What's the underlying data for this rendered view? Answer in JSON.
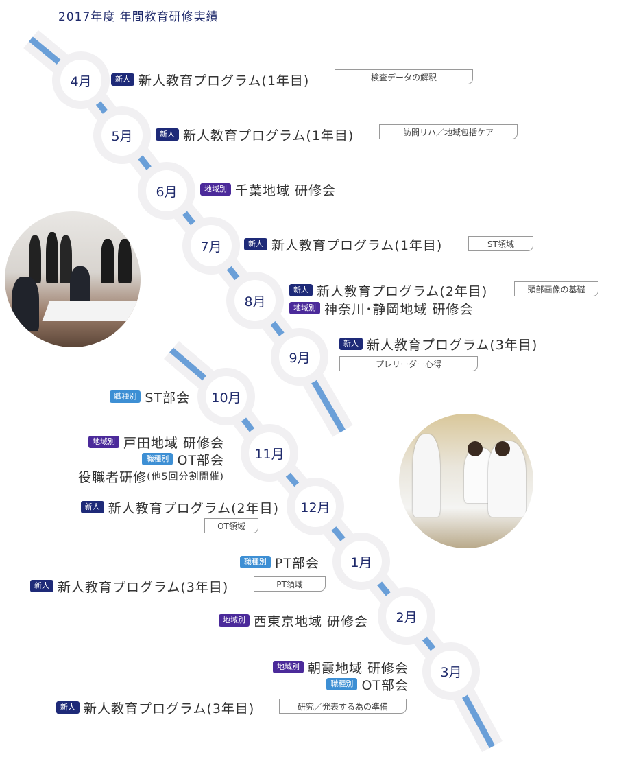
{
  "title": "2017年度 年間教育研修実績",
  "tags": {
    "new": "新人",
    "area": "地域別",
    "job": "職種別"
  },
  "colors": {
    "new": "#1e2a78",
    "area": "#4b2a9a",
    "job": "#3d8fd4",
    "track": "#6a9fd8",
    "month_text": "#1f2a6b"
  },
  "months": {
    "apr": {
      "label": "4月",
      "text": "新人教育プログラム(1年目)",
      "box": "検査データの解釈"
    },
    "may": {
      "label": "5月",
      "text": "新人教育プログラム(1年目)",
      "box": "訪問リハ／地域包括ケア"
    },
    "jun": {
      "label": "6月",
      "text": "千葉地域 研修会"
    },
    "jul": {
      "label": "7月",
      "text": "新人教育プログラム(1年目)",
      "box": "ST領域"
    },
    "aug": {
      "label": "8月",
      "text1": "新人教育プログラム(2年目)",
      "box": "頭部画像の基礎",
      "text2": "神奈川･静岡地域 研修会"
    },
    "sep": {
      "label": "9月",
      "text": "新人教育プログラム(3年目)",
      "box": "プレリーダー心得"
    },
    "oct": {
      "label": "10月",
      "text": "ST部会"
    },
    "nov": {
      "label": "11月",
      "text1": "戸田地域 研修会",
      "text2": "OT部会",
      "text3": "役職者研修",
      "text3_note": "(他5回分割開催)"
    },
    "dec": {
      "label": "12月",
      "text": "新人教育プログラム(2年目)",
      "box": "OT領域"
    },
    "jan": {
      "label": "1月",
      "text1": "PT部会",
      "text2": "新人教育プログラム(3年目)",
      "box": "PT領域"
    },
    "feb": {
      "label": "2月",
      "text": "西東京地域 研修会"
    },
    "mar": {
      "label": "3月",
      "text1": "朝霞地域 研修会",
      "text2": "OT部会",
      "text3": "新人教育プログラム(3年目)",
      "box": "研究／発表する為の準備"
    }
  }
}
